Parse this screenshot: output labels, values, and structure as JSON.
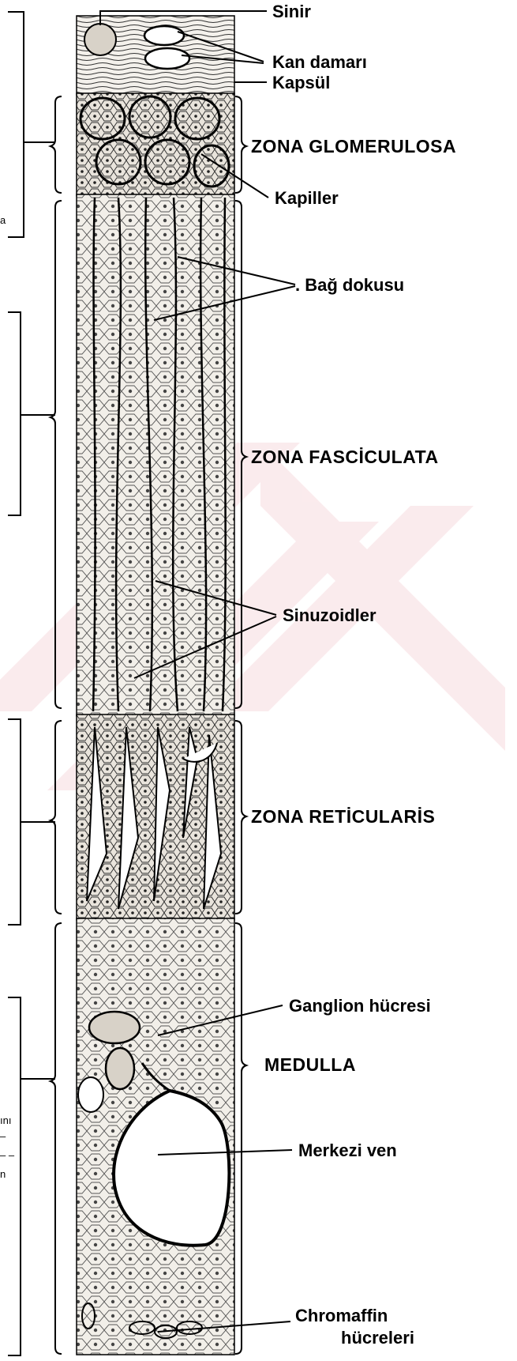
{
  "colors": {
    "ink": "#000000",
    "tissue": "#e8e2da",
    "watermark": "#f3c7cc"
  },
  "labels": {
    "sinir": "Sinir",
    "kan_damari": "Kan damarı",
    "kapsul": "Kapsül",
    "kapiller": "Kapiller",
    "bag_dokusu": ". Bağ dokusu",
    "sinuzoidler": "Sinuzoidler",
    "ganglion": "Ganglion hücresi",
    "merkezi_ven": "Merkezi ven",
    "chromaffin_1": "Chromaffin",
    "chromaffin_2": "hücreleri"
  },
  "zones": {
    "glomerulosa": "ZONA GLOMERULOSA",
    "fasciculata": "ZONA FASCİCULATA",
    "reticularis": "ZONA RETİCULARİS",
    "medulla": "MEDULLA"
  },
  "left_fragments": {
    "a": "a",
    "b": "ını",
    "c": "–",
    "d": "– –",
    "e": "n"
  }
}
